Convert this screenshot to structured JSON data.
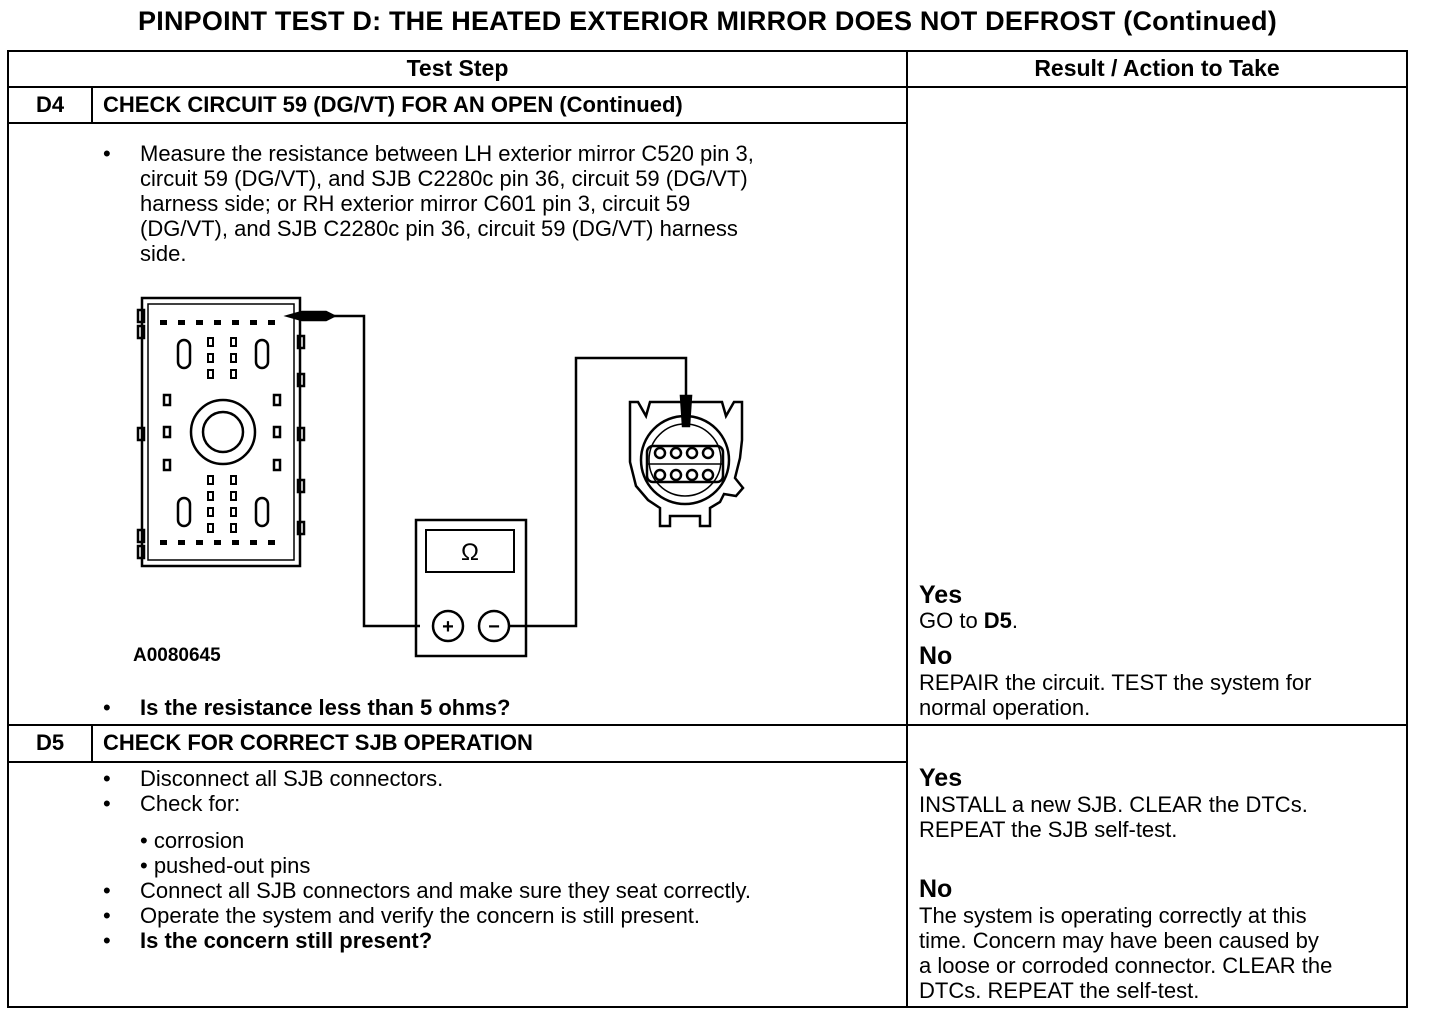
{
  "title": "PINPOINT TEST D: THE HEATED EXTERIOR MIRROR DOES NOT DEFROST (Continued)",
  "header": {
    "test_step": "Test Step",
    "result_action": "Result / Action to Take"
  },
  "d4": {
    "id": "D4",
    "title": "CHECK CIRCUIT 59 (DG/VT) FOR AN OPEN (Continued)",
    "bullet": "•",
    "instruction_lines": [
      "Measure the resistance between LH exterior mirror C520 pin 3,",
      "circuit 59 (DG/VT), and SJB C2280c pin 36, circuit 59 (DG/VT)",
      "harness side; or RH exterior mirror C601 pin 3, circuit 59",
      "(DG/VT), and SJB C2280c pin 36, circuit 59 (DG/VT) harness",
      "side."
    ],
    "figure_id": "A0080645",
    "meter_symbol": "Ω",
    "plus": "+",
    "minus": "−",
    "question": "Is the resistance less than 5 ohms?",
    "yes_label": "Yes",
    "yes_prefix": "GO to ",
    "yes_target": "D5",
    "yes_suffix": ".",
    "no_label": "No",
    "no_lines": [
      "REPAIR the circuit. TEST the system for",
      "normal operation."
    ]
  },
  "d5": {
    "id": "D5",
    "title": "CHECK FOR CORRECT SJB OPERATION",
    "bullet": "•",
    "steps": [
      "Disconnect all SJB connectors.",
      "Check for:"
    ],
    "sub_items": [
      "• corrosion",
      "• pushed-out pins"
    ],
    "steps2": [
      "Connect all SJB connectors and make sure they seat correctly.",
      "Operate the system and verify the concern is still present."
    ],
    "question": "Is the concern still present?",
    "yes_label": "Yes",
    "yes_lines": [
      "INSTALL a new SJB. CLEAR the DTCs.",
      "REPEAT the SJB self-test."
    ],
    "no_label": "No",
    "no_lines": [
      "The system is operating correctly at this",
      "time. Concern may have been caused by",
      "a loose or corroded connector. CLEAR the",
      "DTCs. REPEAT the self-test."
    ]
  }
}
